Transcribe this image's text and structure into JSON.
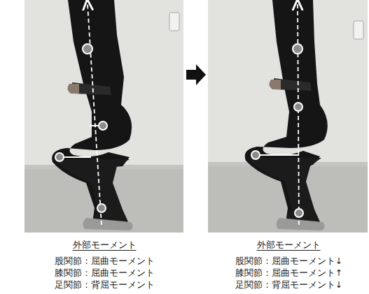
{
  "diagram": {
    "labels": [
      "外部モーメント",
      "股関節：屈曲モーメント",
      "膝関節：屈曲モーメント",
      "足関節：背屈モーメント",
      "外部モーメント",
      "股関節：屈曲モーメント↓",
      "膝関節：屈曲モーメント↑",
      "足関節：背屈モーメント↓"
    ]
  }
}
